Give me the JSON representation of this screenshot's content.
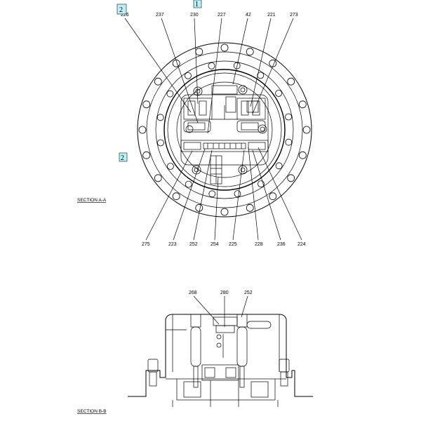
{
  "badges": {
    "top_left": "2",
    "top_center": "1",
    "left": "2"
  },
  "section_a": {
    "title": "SECTION  A-A",
    "top_labels": [
      "237",
      "230",
      "227",
      "42",
      "221",
      "273"
    ],
    "top_left_partial": "226",
    "bottom_labels": [
      "275",
      "223",
      "252",
      "254",
      "225",
      "228",
      "236",
      "224"
    ]
  },
  "section_b": {
    "title": "SECTION  B-B",
    "labels": [
      "268",
      "280",
      "252"
    ]
  }
}
